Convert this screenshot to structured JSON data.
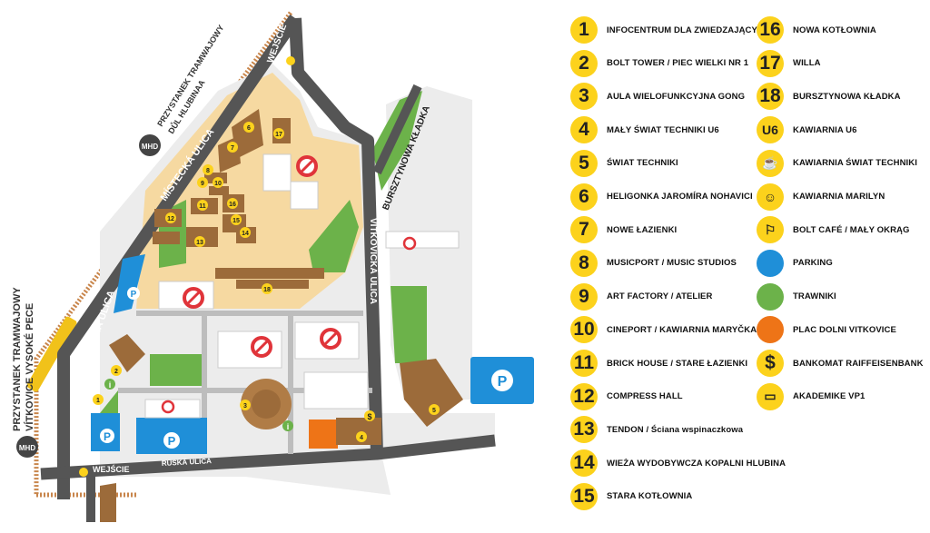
{
  "map": {
    "streets": {
      "mistecka_top": "MÍSTECKÁ ULICA",
      "mistecka_left": "MÍSTECKÁ ULICA",
      "vitkovicka": "VÍTKOVICKÁ ULICA",
      "ruska": "RUSKÁ ULICA",
      "bursztynowa": "BURSZTYNOWA KŁADKA"
    },
    "entrances": {
      "top": "WEJŚCIE",
      "bottom": "WEJŚCIE"
    },
    "tram_stops": {
      "top_line1": "PRZYSTANEK TRAMWAJOWY",
      "top_line2": "DŮL HLUBINAA",
      "left_line1": "PRZYSTANEK TRAMWAJOWY",
      "left_line2": "VÍTKOVICE VYSOKÉ PECE",
      "badge": "MHD"
    },
    "markers": [
      "1",
      "2",
      "3",
      "4",
      "5",
      "6",
      "7",
      "8",
      "9",
      "10",
      "11",
      "12",
      "13",
      "14",
      "15",
      "16",
      "17",
      "18"
    ],
    "parking_letter": "P",
    "bank_symbol": "$",
    "info_symbol": "i"
  },
  "legend": {
    "left": [
      {
        "badge": "1",
        "label": "INFOCENTRUM DLA ZWIEDZAJĄCYCH"
      },
      {
        "badge": "2",
        "label": "BOLT TOWER / PIEC WIELKI NR 1"
      },
      {
        "badge": "3",
        "label": "AULA WIELOFUNKCYJNA GONG"
      },
      {
        "badge": "4",
        "label": "MAŁY ŚWIAT TECHNIKI U6"
      },
      {
        "badge": "5",
        "label": "ŚWIAT TECHNIKI"
      },
      {
        "badge": "6",
        "label": "HELIGONKA JAROMÍRA NOHAVICI"
      },
      {
        "badge": "7",
        "label": "NOWE ŁAZIENKI"
      },
      {
        "badge": "8",
        "label": "MUSICPORT / MUSIC STUDIOS"
      },
      {
        "badge": "9",
        "label": "ART FACTORY / ATELIER"
      },
      {
        "badge": "10",
        "label": "CINEPORT / KAWIARNIA MARYČKA"
      },
      {
        "badge": "11",
        "label": "BRICK HOUSE / STARE ŁAZIENKI"
      },
      {
        "badge": "12",
        "label": "COMPRESS HALL"
      },
      {
        "badge": "13",
        "label": "TENDON / Ściana wspinaczkowa"
      },
      {
        "badge": "14",
        "label": "WIEŻA WYDOBYWCZA KOPALNI HLUBINA"
      },
      {
        "badge": "15",
        "label": "STARA KOTŁOWNIA"
      }
    ],
    "right": [
      {
        "badge": "16",
        "label": "NOWA KOTŁOWNIA"
      },
      {
        "badge": "17",
        "label": "WILLA"
      },
      {
        "badge": "18",
        "label": "BURSZTYNOWA KŁADKA"
      },
      {
        "badge": "U6",
        "label": "KAWIARNIA U6"
      },
      {
        "badge": "☕",
        "label": "KAWIARNIA ŚWIAT TECHNIKI"
      },
      {
        "badge": "☺",
        "label": "KAWIARNIA MARILYN"
      },
      {
        "badge": "⚐",
        "label": "BOLT CAFÉ / MAŁY OKRĄG"
      },
      {
        "badge": "",
        "label": "PARKING",
        "color": "#1f8fd8"
      },
      {
        "badge": "",
        "label": "TRAWNIKI",
        "color": "#6cb24a"
      },
      {
        "badge": "",
        "label": "PLAC DOLNI VITKOVICE",
        "color": "#ee7417"
      },
      {
        "badge": "$",
        "label": "BANKOMAT RAIFFEISENBANK"
      },
      {
        "badge": "▭",
        "label": "AKADEMIKE VP1"
      }
    ]
  },
  "colors": {
    "road": "#555555",
    "site": "#f6d9a1",
    "plaza": "#d9d9d9",
    "park": "#6cb24a",
    "parking": "#1f8fd8",
    "square": "#ee7417",
    "building": "#9c6b3a",
    "marker": "#fcd21c",
    "rail": "#c8854b"
  }
}
